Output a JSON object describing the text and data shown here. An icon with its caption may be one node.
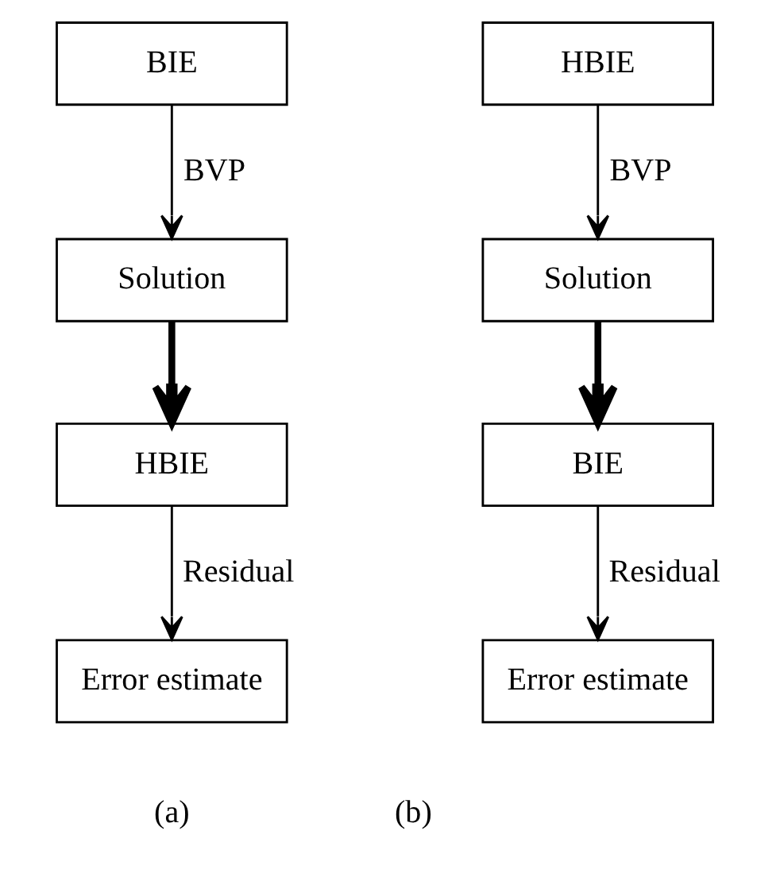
{
  "diagram": {
    "nodes": [
      {
        "text": [
          "BIE"
        ]
      },
      {
        "text": [
          "Solution"
        ]
      },
      {
        "text": [
          "HBIE"
        ]
      },
      {
        "text": [
          "Error estimate"
        ]
      },
      {
        "text": [
          "HBIE"
        ]
      },
      {
        "text": [
          "Solution"
        ]
      },
      {
        "text": [
          "BIE"
        ]
      },
      {
        "text": [
          "Error estimate"
        ]
      }
    ],
    "edges": [
      {
        "from": 0,
        "to": 1,
        "arrow": "to",
        "label": "BVP"
      },
      {
        "from": 1,
        "to": 2,
        "arrow": "to",
        "style": "thick"
      },
      {
        "from": 2,
        "to": 3,
        "arrow": "to",
        "label": "Residual"
      },
      {
        "from": 4,
        "to": 5,
        "arrow": "to",
        "label": "BVP"
      },
      {
        "from": 5,
        "to": 6,
        "arrow": "to",
        "style": "thick"
      },
      {
        "from": 6,
        "to": 7,
        "arrow": "to",
        "label": "Residual"
      }
    ],
    "labels": [
      "(a)",
      "(b)"
    ]
  }
}
